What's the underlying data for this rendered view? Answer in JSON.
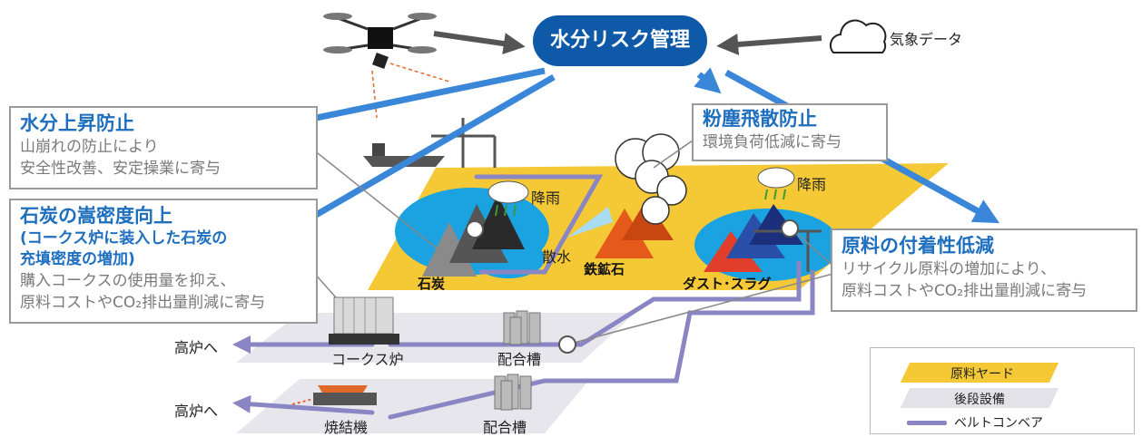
{
  "hub": {
    "title": "水分リスク管理"
  },
  "weather": {
    "label": "気象データ"
  },
  "boxes": {
    "moisture": {
      "title": "水分上昇防止",
      "lines": [
        "山崩れの防止により",
        "安全性改善、安定操業に寄与"
      ]
    },
    "coal": {
      "title": "石炭の嵩密度向上",
      "sub": [
        "(コークス炉に装入した石炭の",
        "充填密度の増加)"
      ],
      "lines": [
        "購入コークスの使用量を抑え、",
        "原料コストやCO₂排出量削減に寄与"
      ]
    },
    "dust": {
      "title": "粉塵飛散防止",
      "lines": [
        "環境負荷低減に寄与"
      ]
    },
    "adhesion": {
      "title": "原料の付着性低減",
      "lines": [
        "リサイクル原料の増加により、",
        "原料コストやCO₂排出量削減に寄与"
      ]
    }
  },
  "labels": {
    "rain1": "降雨",
    "rain2": "降雨",
    "spray": "散水",
    "coal": "石炭",
    "iron_ore": "鉄鉱石",
    "dust_slag": "ダスト･スラグ",
    "coke_oven": "コークス炉",
    "blend1": "配合槽",
    "blend2": "配合槽",
    "sinter": "焼結機",
    "to_bf1": "高炉へ",
    "to_bf2": "高炉へ"
  },
  "legend": {
    "items": [
      "原料ヤード",
      "後段設備",
      "ベルトコンベア"
    ]
  },
  "colors": {
    "accent_blue": "#1f6fbf",
    "hub_blue": "#0e5aa8",
    "yard_yellow": "#f5c935",
    "equipment_gray": "#e2e2e8",
    "conveyor_purple": "#8a86c4"
  }
}
